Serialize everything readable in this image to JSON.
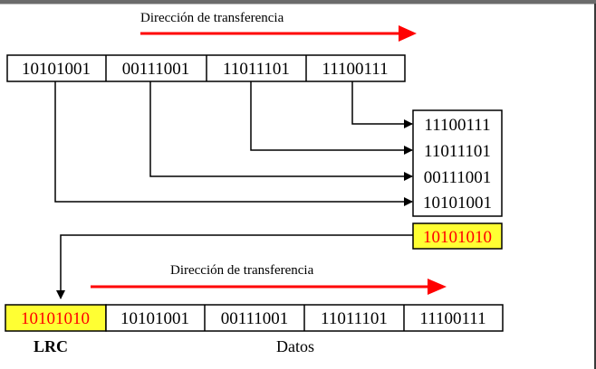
{
  "top_direction_label": "Dirección de transferencia",
  "bottom_direction_label": "Dirección de transferencia",
  "top_row": [
    "10101001",
    "00111001",
    "11011101",
    "11100111"
  ],
  "stack_rows": [
    "11100111",
    "11011101",
    "00111001",
    "10101001"
  ],
  "lrc_result": "10101010",
  "bottom_lrc": "10101010",
  "bottom_row": [
    "10101001",
    "00111001",
    "11011101",
    "11100111"
  ],
  "lrc_label": "LRC",
  "datos_label": "Datos",
  "colors": {
    "highlight_fill": "#ffff33",
    "highlight_text": "#ff0000",
    "arrow_red": "#ff0000",
    "line": "#000000",
    "window_border": "#6b6b6b"
  }
}
